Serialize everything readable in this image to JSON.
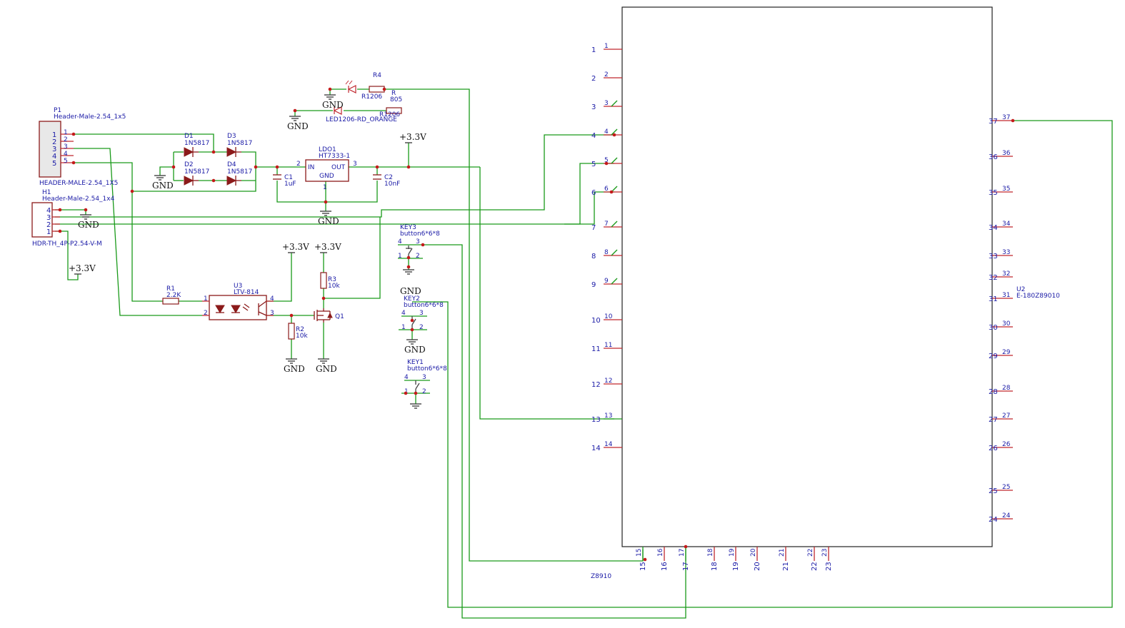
{
  "p1": {
    "ref": "P1",
    "value": "Header-Male-2.54_1x5",
    "footprint": "HEADER-MALE-2.54_1X5",
    "pins": [
      "1",
      "2",
      "3",
      "4",
      "5"
    ]
  },
  "h1": {
    "ref": "H1",
    "value": "Header-Male-2.54_1x4",
    "footprint": "HDR-TH_4P-P2.54-V-M",
    "pins": [
      "4",
      "3",
      "2",
      "1"
    ]
  },
  "d1": {
    "ref": "D1",
    "value": "1N5817"
  },
  "d2": {
    "ref": "D2",
    "value": "1N5817"
  },
  "d3": {
    "ref": "D3",
    "value": "1N5817"
  },
  "d4": {
    "ref": "D4",
    "value": "1N5817"
  },
  "ldo1": {
    "ref": "LDO1",
    "value": "HT7333-1",
    "in": "IN",
    "out": "OUT",
    "gnd": "GND",
    "pin_in": "2",
    "pin_out": "3",
    "pin_gnd": "1"
  },
  "c1": {
    "ref": "C1",
    "value": "1uF"
  },
  "c2": {
    "ref": "C2",
    "value": "10nF"
  },
  "r4": {
    "ref": "R4",
    "value": "R1206"
  },
  "r_led": {
    "ref": "R",
    "value": "805",
    "package": "R1206"
  },
  "led": {
    "value": "LED1206-RD_ORANGE"
  },
  "r1": {
    "ref": "R1",
    "value": "2.2K"
  },
  "u3": {
    "ref": "U3",
    "value": "LTV-814",
    "pins": [
      "1",
      "2",
      "3",
      "4"
    ]
  },
  "r2": {
    "ref": "R2",
    "value": "10k"
  },
  "r3": {
    "ref": "R3",
    "value": "10k"
  },
  "q1": {
    "ref": "Q1"
  },
  "key3": {
    "ref": "KEY3",
    "value": "button6*6*8"
  },
  "key2": {
    "ref": "KEY2",
    "value": "button6*6*8"
  },
  "key1": {
    "ref": "KEY1",
    "value": "button6*6*8"
  },
  "key_pins": [
    "4",
    "3",
    "1",
    "2"
  ],
  "power": {
    "v33": "+3.3V",
    "gnd": "GND"
  },
  "u2": {
    "ref": "U2",
    "value": "E-180Z89010",
    "module": "Z8910",
    "left_pins": [
      "1",
      "2",
      "3",
      "4",
      "5",
      "6",
      "7",
      "8",
      "9",
      "10",
      "11",
      "12",
      "13",
      "14"
    ],
    "right_pins": [
      "37",
      "36",
      "35",
      "34",
      "33",
      "32",
      "31",
      "30",
      "29",
      "28",
      "27",
      "26",
      "25",
      "24"
    ],
    "bottom_pins": [
      "15",
      "16",
      "17",
      "18",
      "19",
      "20",
      "21",
      "22",
      "23"
    ]
  }
}
